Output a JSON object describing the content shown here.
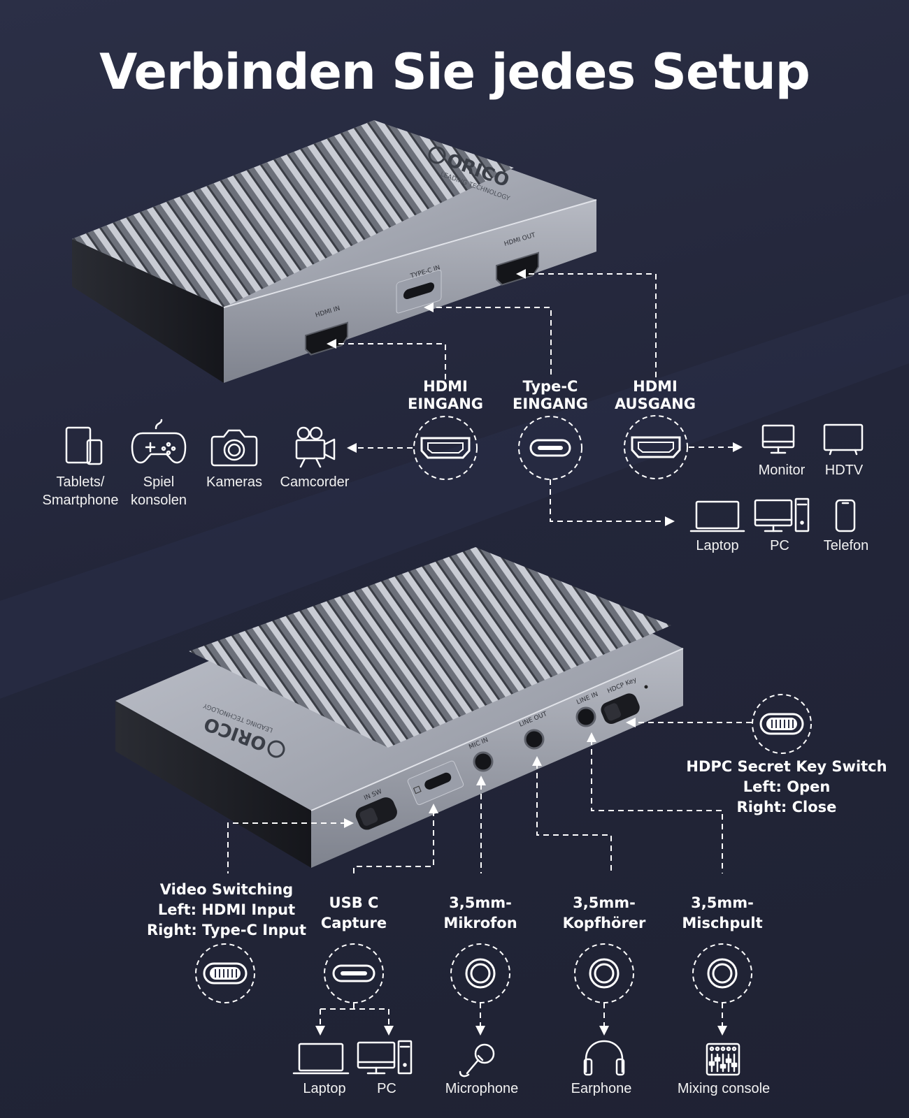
{
  "title": "Verbinden Sie jedes Setup",
  "brand": {
    "logo_name": "ORICO",
    "tagline": "LEADING TECHNOLOGY"
  },
  "top_device": {
    "ports": {
      "hdmi_in": "HDMI IN",
      "type_c_in": "TYPE-C IN",
      "hdmi_out": "HDMI OUT"
    }
  },
  "top_headings": {
    "hdmi_in": "HDMI\nEINGANG",
    "type_c_in": "Type-C\nEINGANG",
    "hdmi_out": "HDMI\nAUSGANG"
  },
  "input_devices": [
    {
      "icon": "tablet-phone-icon",
      "label": "Tablets/\nSmartphone"
    },
    {
      "icon": "gamepad-icon",
      "label": "Spiel\nkonsolen"
    },
    {
      "icon": "camera-icon",
      "label": "Kameras"
    },
    {
      "icon": "camcorder-icon",
      "label": "Camcorder"
    }
  ],
  "output_devices": [
    {
      "icon": "monitor-icon",
      "label": "Monitor"
    },
    {
      "icon": "tv-icon",
      "label": "HDTV"
    }
  ],
  "type_c_devices": [
    {
      "icon": "laptop-icon",
      "label": "Laptop"
    },
    {
      "icon": "pc-icon",
      "label": "PC"
    },
    {
      "icon": "phone-icon",
      "label": "Telefon"
    }
  ],
  "bottom_device": {
    "ports": {
      "in_sw": "IN SW",
      "mic_in": "MIC IN",
      "line_out": "LINE OUT",
      "line_in": "LINE IN",
      "hdcp_key": "HDCP Key"
    }
  },
  "hdcp_switch": {
    "label": "HDPC Secret Key Switch\nLeft: Open\nRight: Close"
  },
  "bottom_headings": {
    "video_switching": "Video Switching\nLeft: HDMI Input\nRight: Type-C Input",
    "usb_c": "USB C\nCapture",
    "mic": "3,5mm-\nMikrofon",
    "headphone": "3,5mm-\nKopfhörer",
    "mixer": "3,5mm-\nMischpult"
  },
  "bottom_devices": [
    {
      "icon": "laptop-icon",
      "label": "Laptop"
    },
    {
      "icon": "pc-icon",
      "label": "PC"
    },
    {
      "icon": "microphone-icon",
      "label": "Microphone"
    },
    {
      "icon": "headphones-icon",
      "label": "Earphone"
    },
    {
      "icon": "mixer-icon",
      "label": "Mixing console"
    }
  ],
  "colors": {
    "background": "#262a3f",
    "aluminium": "#a7abb6",
    "accent_line": "#ffffff"
  }
}
